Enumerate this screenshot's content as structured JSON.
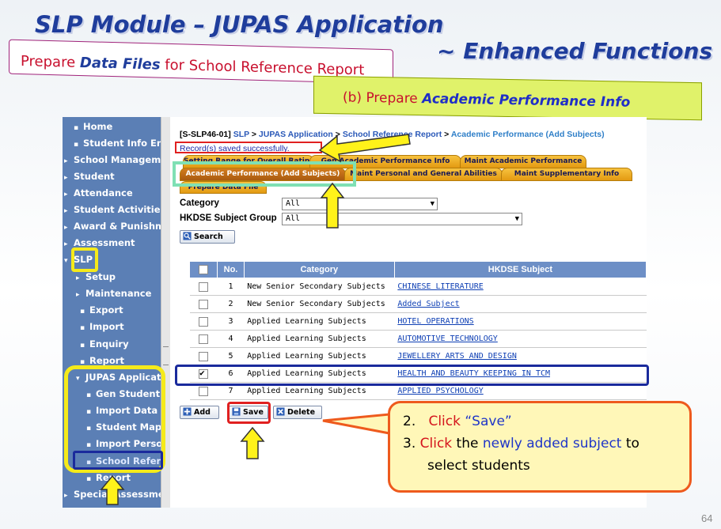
{
  "slide": {
    "title": "SLP Module – JUPAS Application",
    "subtitle": "~  Enhanced Functions",
    "prepare_prefix": "Prepare ",
    "prepare_bold": "Data Files",
    "prepare_suffix": " for School Reference Report",
    "step_prefix": "(b) Prepare ",
    "step_bold": "Academic Performance Info",
    "page_number": "64"
  },
  "sidebar": {
    "items": [
      {
        "label": "Home",
        "marker": "▪"
      },
      {
        "label": "Student Info Enq",
        "marker": "▪"
      },
      {
        "label": "School Managemen",
        "marker": "▸"
      },
      {
        "label": "Student",
        "marker": "▸"
      },
      {
        "label": "Attendance",
        "marker": "▸"
      },
      {
        "label": "Student Activities",
        "marker": "▸"
      },
      {
        "label": "Award & Punishme",
        "marker": "▸"
      },
      {
        "label": "Assessment",
        "marker": "▸"
      },
      {
        "label": "SLP",
        "marker": "▾"
      },
      {
        "label": "Setup",
        "marker": "▸"
      },
      {
        "label": "Maintenance",
        "marker": "▸"
      },
      {
        "label": "Export",
        "marker": "▪"
      },
      {
        "label": "Import",
        "marker": "▪"
      },
      {
        "label": "Enquiry",
        "marker": "▪"
      },
      {
        "label": "Report",
        "marker": "▪"
      },
      {
        "label": "JUPAS Applicat",
        "marker": "▾"
      },
      {
        "label": "Gen Student L",
        "marker": "▪"
      },
      {
        "label": "Import Data Fi",
        "marker": "▪"
      },
      {
        "label": "Student Mapp",
        "marker": "▪"
      },
      {
        "label": "Import Person",
        "marker": "▪"
      },
      {
        "label": "School Refere",
        "marker": "▪"
      },
      {
        "label": "Report",
        "marker": "▪"
      },
      {
        "label": "Special Assessmen",
        "marker": "▸"
      }
    ]
  },
  "breadcrumb": {
    "code": "[S-SLP46-01]",
    "parts": [
      "SLP",
      "JUPAS Application",
      "School Reference Report"
    ],
    "current": "Academic Performance (Add Subjects)"
  },
  "status_message": "Record(s) saved successfully.",
  "tabs": {
    "row1": [
      "Setting Range for Overall Rating",
      "Gen Academic Performance Info",
      "Maint Academic Performance"
    ],
    "row2": [
      "Academic Performance (Add Subjects)",
      "Maint Personal and General Abilities",
      "Maint Supplementary Info"
    ],
    "row3": [
      "Prepare Data File"
    ],
    "active": "Academic Performance (Add Subjects)"
  },
  "filters": {
    "category_label": "Category",
    "category_value": "All",
    "group_label": "HKDSE Subject Group",
    "group_value": "All",
    "search_label": "Search"
  },
  "table": {
    "columns": [
      "",
      "No.",
      "Category",
      "HKDSE Subject"
    ],
    "rows": [
      {
        "no": "1",
        "category": "New Senior Secondary Subjects",
        "subject": "CHINESE LITERATURE",
        "checked": false
      },
      {
        "no": "2",
        "category": "New Senior Secondary Subjects",
        "subject": "Added Subject",
        "checked": false
      },
      {
        "no": "3",
        "category": "Applied Learning Subjects",
        "subject": "HOTEL OPERATIONS",
        "checked": false
      },
      {
        "no": "4",
        "category": "Applied Learning Subjects",
        "subject": "AUTOMOTIVE TECHNOLOGY",
        "checked": false
      },
      {
        "no": "5",
        "category": "Applied Learning Subjects",
        "subject": "JEWELLERY ARTS AND DESIGN",
        "checked": false
      },
      {
        "no": "6",
        "category": "Applied Learning Subjects",
        "subject": "HEALTH AND BEAUTY KEEPING IN TCM",
        "checked": true
      },
      {
        "no": "7",
        "category": "Applied Learning Subjects",
        "subject": "APPLIED PSYCHOLOGY",
        "checked": false
      }
    ]
  },
  "actions": {
    "add": "Add",
    "save": "Save",
    "delete": "Delete"
  },
  "callout": {
    "n2": "2.",
    "click": "Click",
    "save_q": "“Save”",
    "n3": "3.",
    "click2": "Click",
    "the": " the ",
    "newly": "newly added subject",
    "to": " to",
    "select": "select students"
  },
  "colors": {
    "title_blue": "#1f3d9c",
    "highlight_red": "#e02020",
    "highlight_yellow": "#f5ea1a",
    "highlight_green": "#7fe0b4",
    "highlight_navy": "#1a2a9c",
    "callout_bg": "#fff7b8",
    "callout_border": "#ee5a1d"
  }
}
